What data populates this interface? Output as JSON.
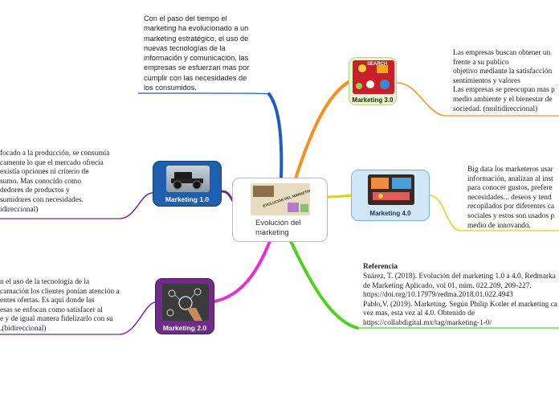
{
  "center": {
    "title": "Evolución del\nmarketing",
    "image_label": "EVOLUCIÓN DEL MARKETING"
  },
  "nodes": {
    "m10": {
      "label": "Marketing 1.0",
      "fill": "#1e5fb0",
      "border": "#163f78",
      "text_color": "#ffffff"
    },
    "m20": {
      "label": "Marketing 2.0",
      "fill": "#6f2d87",
      "border": "#4a1b5c",
      "text_color": "#ffffff"
    },
    "m30": {
      "label": "Marketing 3.0",
      "fill": "#e9f6c9",
      "border": "#b7d28a",
      "text_color": "#222222",
      "image_word": "SEARCH"
    },
    "m40": {
      "label": "Marketing 4.0",
      "fill": "#cfe7f6",
      "border": "#7fb3d6",
      "text_color": "#1b3550"
    }
  },
  "branch_colors": {
    "top": "#1f5ac8",
    "m10": "#6b2ba0",
    "m20": "#e82ecf",
    "m30": "#f5901e",
    "m40": "#e0cf17",
    "ref": "#4fd21c"
  },
  "texts": {
    "top": "Con el paso del tiempo el\nmarketing ha evolucionado a un\nmarketing estratégico, el uso de\nnuevas tecnologías de la\ninformación y comunicación, las\nempresas se esfuerzan mas por\ncumplir con las necesidades de\nlos consumidos.",
    "m10": "focado a la producción, se consumía\ncamente lo que el mercado ofrecía\nexistía opciones ni criterio de\nsumo. Mas conocido como\ndedores de productos y\nsumidores con necesidades.\nidireccional)",
    "m20": "n el uso de la tecnología de la\ncamación los clientes ponían atención a\nentes ofertas. Es aquí donde las\nesas se enfocan como satisfacer al\ne y de igual manera fidelizarlo con su\n.(bidireccional)",
    "m30": "Las empresas buscan obtener un\nfrente a su publico\nobjetivo mediante la satisfacción\nsentimientos y valores\nLas empresas se preocupan mas p\nmedio ambiente y el bienestar de\nsociedad. (multidireccional)",
    "m40": "Big data los marketeros usar\ninformación, analizan al inst\npara conocer gustos, prefere\nnecesidades... deseos y tend\nrecopilados por diferentes ca\nsociales y estos son usados p\nmedio de innovando.",
    "ref_title": "Referencia",
    "ref_body": "Suárez, T. (2018). Evolución del marketing 1.0 a 4.0, Redmarka\nde Marketing Aplicado, vol 01, núm. 022.209, 209-227.\nhttps://doi.org/10.17979/redma.2018.01.022.4943\nPablo,V. (2019). Marketing. Según Philip Kotler el marketing ca\nvez mas, esta vez al 4.0. Obtenido de\nhttps://collabdigital.mx/tag/marketing-1-0/"
  }
}
